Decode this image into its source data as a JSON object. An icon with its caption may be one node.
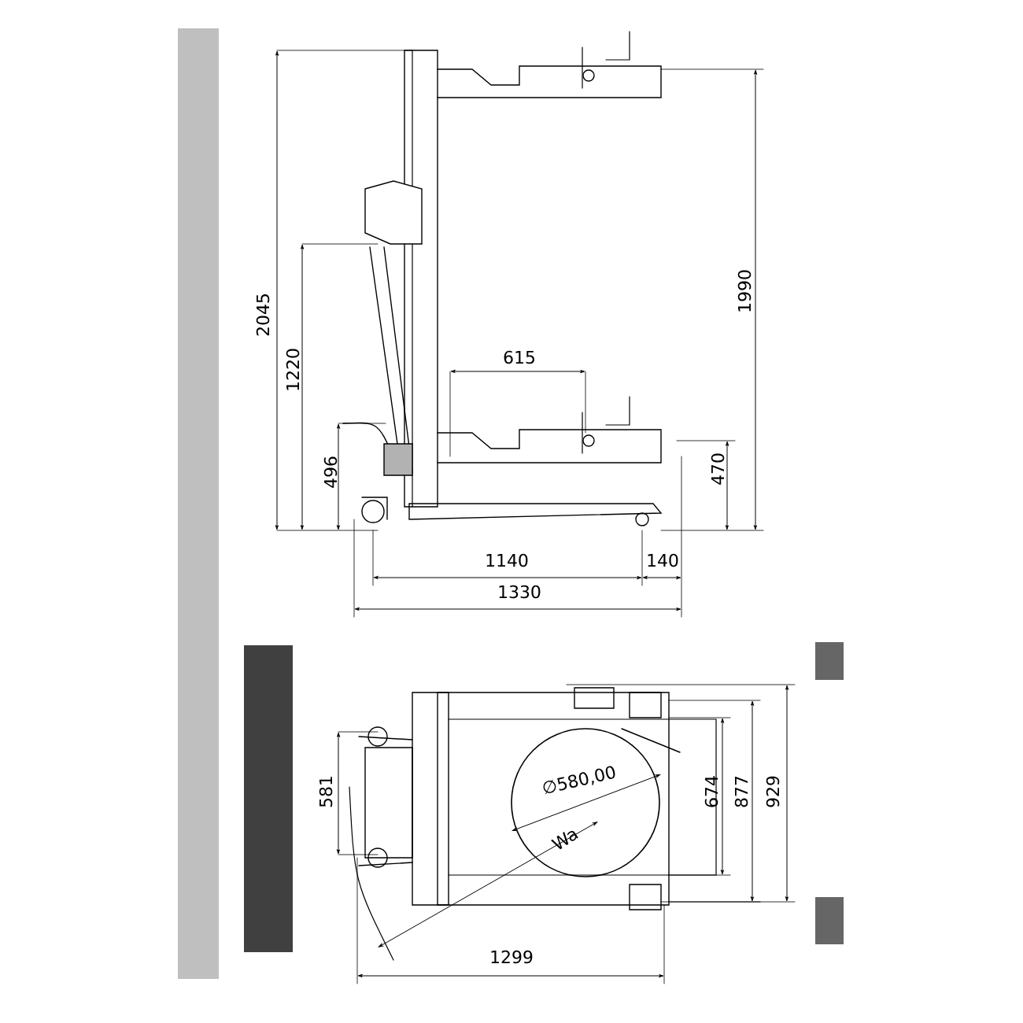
{
  "diagram": {
    "labels": [
      "2045",
      "1220",
      "496",
      "615",
      "1990",
      "470",
      "1140",
      "140",
      "1330",
      "581",
      "∅580,00",
      "Wa",
      "674",
      "877",
      "929",
      "1299"
    ]
  }
}
